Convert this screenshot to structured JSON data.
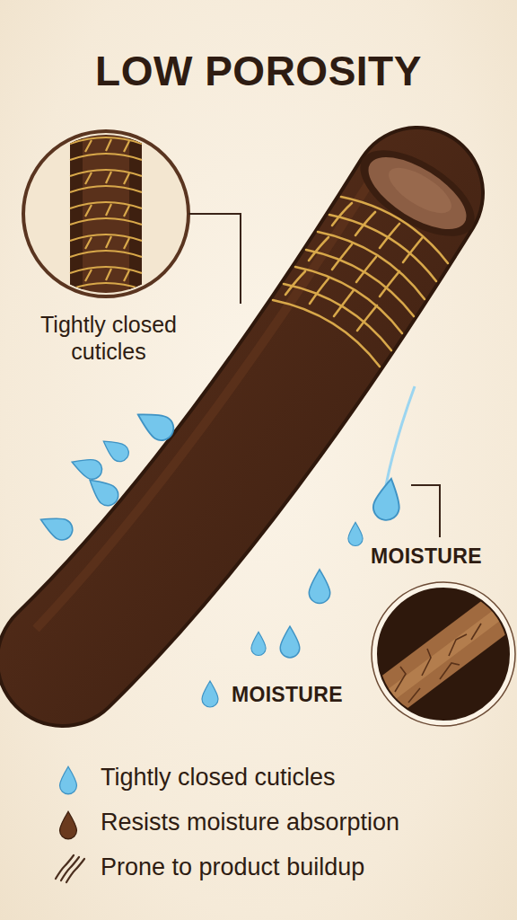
{
  "diagram": {
    "title": "LOW POROSITY",
    "labels": [
      "Tightly closed cuticles",
      "MOISTURE",
      "MOISTURE"
    ],
    "legend": [
      {
        "text": "Tightly closed cuticles"
      },
      {
        "text": "Resists moisture absorption"
      },
      {
        "text": "Prone to product buildup"
      }
    ]
  }
}
